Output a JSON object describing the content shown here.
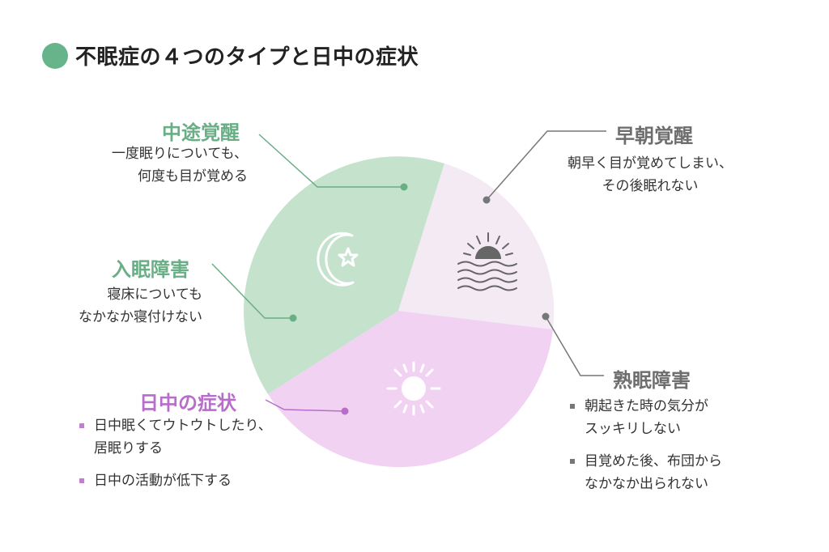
{
  "title": "不眠症の４つのタイプと日中の症状",
  "colors": {
    "accent_green": "#67b48b",
    "segment_green": "#c4e2cc",
    "segment_lavender": "#f4eaf4",
    "segment_pink": "#f1d2f3",
    "purple_text": "#b66ec8",
    "gray_text": "#6e6e6e"
  },
  "types": {
    "mid_awakening": {
      "label": "中途覚醒",
      "lines": [
        "一度眠りについても、",
        "何度も目が覚める"
      ]
    },
    "early_awakening": {
      "label": "早朝覚醒",
      "lines": [
        "朝早く目が覚めてしまい、",
        "その後眠れない"
      ]
    },
    "sleep_onset": {
      "label": "入眠障害",
      "lines": [
        "寝床についても",
        "なかなか寝付けない"
      ]
    },
    "deep_sleep": {
      "label": "熟眠障害",
      "bullets": [
        [
          "朝起きた時の気分が",
          "スッキリしない"
        ],
        [
          "目覚めた後、布団から",
          "なかなか出られない"
        ]
      ]
    },
    "daytime": {
      "label": "日中の症状",
      "bullets": [
        [
          "日中眠くてウトウトしたり、",
          "居眠りする"
        ],
        [
          "日中の活動が低下する"
        ]
      ]
    }
  },
  "icons": {
    "green_segment": "crescent-moon-star-icon",
    "lavender_segment": "sunrise-over-waves-icon",
    "pink_segment": "sun-icon"
  }
}
